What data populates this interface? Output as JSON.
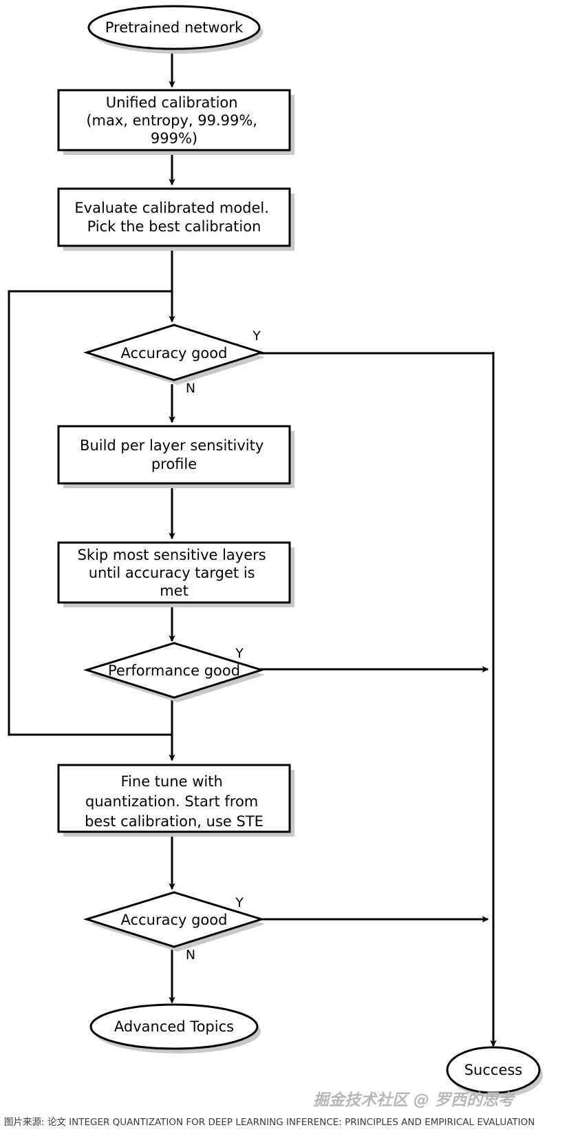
{
  "diagram": {
    "type": "flowchart",
    "title": "Quantization workflow flowchart",
    "nodes": [
      {
        "id": "start",
        "shape": "ellipse",
        "label": "Pretrained network"
      },
      {
        "id": "calib",
        "shape": "process",
        "label": "Unified calibration\n(max, entropy, 99.99%,\n999%)",
        "lines": [
          "Unified calibration",
          "(max, entropy, 99.99%,",
          "999%)"
        ]
      },
      {
        "id": "evaluate",
        "shape": "process",
        "label": "Evaluate calibrated model.\nPick the best calibration",
        "lines": [
          "Evaluate calibrated model.",
          "Pick the best calibration"
        ]
      },
      {
        "id": "acc1",
        "shape": "decision",
        "label": "Accuracy good",
        "lines": [
          "Accuracy good"
        ]
      },
      {
        "id": "sensitivity",
        "shape": "process",
        "label": "Build per layer sensitivity\nprofile",
        "lines": [
          "Build per layer sensitivity",
          "profile"
        ]
      },
      {
        "id": "skip",
        "shape": "process",
        "label": "Skip most sensitive layers\nuntil accuracy target is\nmet",
        "lines": [
          "Skip most sensitive layers",
          "until accuracy target is",
          "met"
        ]
      },
      {
        "id": "perf",
        "shape": "decision",
        "label": "Performance good",
        "lines": [
          "Performance good"
        ]
      },
      {
        "id": "finetune",
        "shape": "process",
        "label": "Fine tune with\nquantization. Start from\nbest calibration, use STE",
        "lines": [
          "Fine tune with",
          "quantization. Start from",
          "best calibration, use STE"
        ]
      },
      {
        "id": "acc2",
        "shape": "decision",
        "label": "Accuracy good",
        "lines": [
          "Accuracy good"
        ]
      },
      {
        "id": "advanced",
        "shape": "ellipse",
        "label": "Advanced Topics"
      },
      {
        "id": "success",
        "shape": "ellipse",
        "label": "Success"
      }
    ],
    "branch_labels": {
      "acc1_yes": "Y",
      "acc1_no": "N",
      "perf_yes": "Y",
      "acc2_yes": "Y",
      "acc2_no": "N"
    },
    "edges": [
      {
        "from": "start",
        "to": "calib",
        "label": ""
      },
      {
        "from": "calib",
        "to": "evaluate",
        "label": ""
      },
      {
        "from": "evaluate",
        "to": "acc1",
        "label": ""
      },
      {
        "from": "acc1",
        "to": "success",
        "label": "Y"
      },
      {
        "from": "acc1",
        "to": "sensitivity",
        "label": "N"
      },
      {
        "from": "sensitivity",
        "to": "skip",
        "label": ""
      },
      {
        "from": "skip",
        "to": "perf",
        "label": ""
      },
      {
        "from": "perf",
        "to": "success",
        "label": "Y"
      },
      {
        "from": "perf",
        "to": "finetune",
        "label": ""
      },
      {
        "from": "finetune",
        "to": "acc2",
        "label": ""
      },
      {
        "from": "acc2",
        "to": "success",
        "label": "Y"
      },
      {
        "from": "acc2",
        "to": "advanced",
        "label": "N"
      }
    ]
  },
  "caption": {
    "text": "图片来源: 论文 INTEGER QUANTIZATION FOR DEEP LEARNING INFERENCE: PRINCIPLES AND EMPIRICAL EVALUATION"
  },
  "watermark": {
    "text": "掘金技术社区 @ 罗西的思考"
  },
  "colors": {
    "stroke": "#000000",
    "fill": "#ffffff",
    "shadow": "#c9c9c9",
    "caption": "#3a3a3a",
    "watermark": "#b7b7b7"
  }
}
